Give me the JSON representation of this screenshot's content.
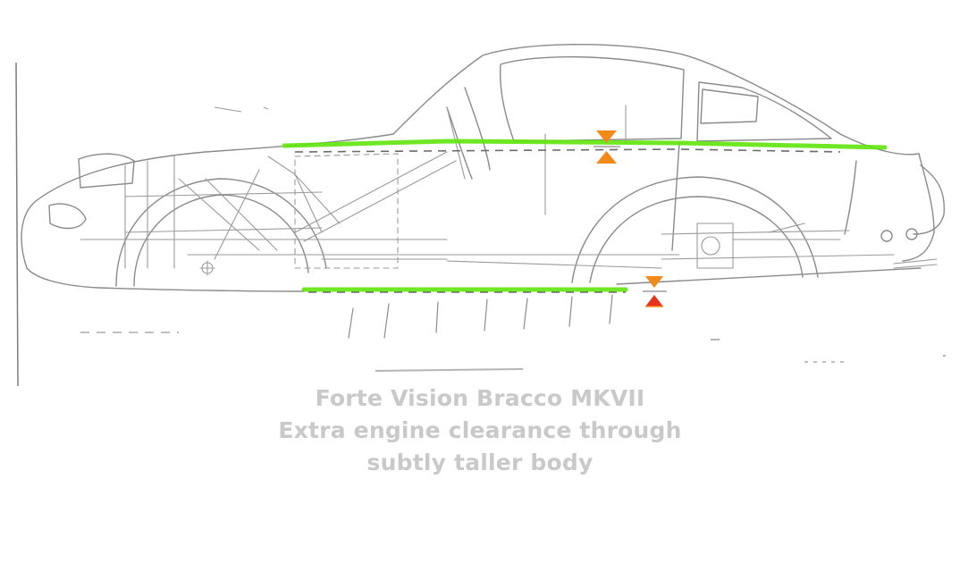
{
  "caption": {
    "line1": "Forte Vision Bracco MKVII",
    "line2": "Extra engine clearance through",
    "line3": "subtly taller body"
  },
  "colors": {
    "sketch_line": "#8a8a8a",
    "sketch_light": "#b0b0b0",
    "highlight_green": "#5fe40a",
    "marker_orange": "#f28a1a",
    "marker_red": "#e8331c",
    "caption_text": "#c9c9c9"
  }
}
